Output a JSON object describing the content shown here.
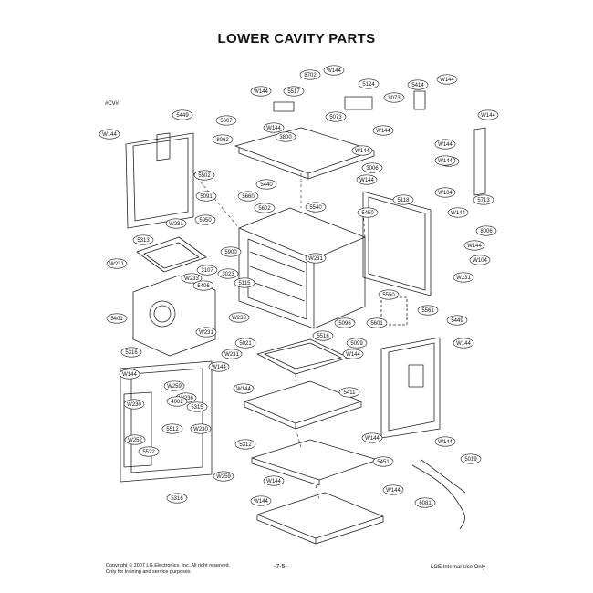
{
  "page": {
    "id_mark": "#CV#",
    "title": "LOWER CAVITY PARTS",
    "footer": {
      "copyright": "Copyright © 2007 LG Electronics. Inc. All right reserved.",
      "note": "Only for training and service purposes",
      "page_number": "-7-5-",
      "internal_use": "LGE Internal Use Only"
    }
  },
  "callouts": [
    "8702",
    "W144",
    "W144",
    "5517",
    "5124",
    "8073",
    "5414",
    "W144",
    "5073",
    "W144",
    "5449",
    "5607",
    "W144",
    "W144",
    "3800",
    "W144",
    "8062",
    "W144",
    "5793",
    "W144",
    "5502",
    "3006",
    "W144",
    "5440",
    "5091",
    "5660",
    "5602",
    "W104",
    "5118",
    "W144",
    "5713",
    "5540",
    "5450",
    "W144",
    "8006",
    "W231",
    "5950",
    "5313",
    "W144",
    "W104",
    "5900",
    "W231",
    "W231",
    "W233",
    "3107",
    "3023",
    "5406",
    "5115",
    "W231",
    "5550",
    "5561",
    "5401",
    "W233",
    "5096",
    "5601",
    "W231",
    "5021",
    "5516",
    "5449",
    "5099",
    "5316",
    "W231",
    "W144",
    "W144",
    "W144",
    "W144",
    "W259",
    "W236",
    "W144",
    "4002",
    "5315",
    "W230",
    "5411",
    "W230",
    "5512",
    "W252",
    "5312",
    "W144",
    "5522",
    "W144",
    "5451",
    "W259",
    "W144",
    "5316",
    "W144",
    "5019",
    "6081",
    "W144"
  ]
}
